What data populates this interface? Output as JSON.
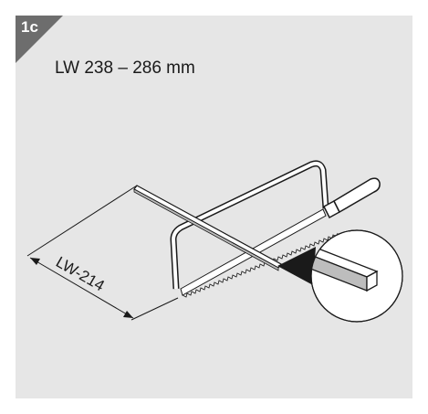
{
  "figure": {
    "step": "1c",
    "range_text": "LW 238 – 286 mm",
    "dimension_label": "LW-214"
  }
}
